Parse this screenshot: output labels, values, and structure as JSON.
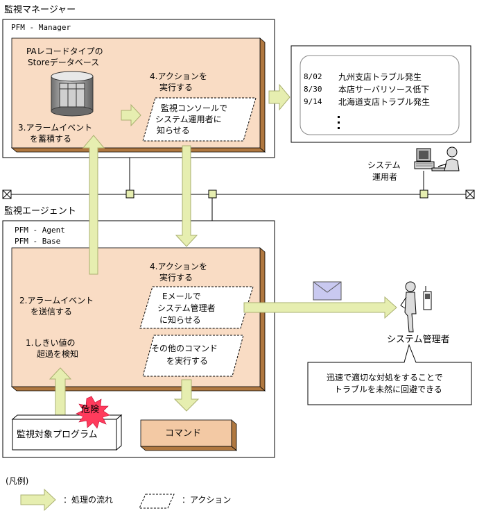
{
  "manager": {
    "section_label": "監視マネージャー",
    "box_label": "PFM - Manager",
    "store_line1": "PAレコードタイプの",
    "store_line2": "Storeデータベース",
    "accumulate_line1": "3.アラームイベント",
    "accumulate_line2": "を蓄積する",
    "action_line1": "4.アクションを",
    "action_line2": "実行する",
    "console_line1": "監視コンソールで",
    "console_line2": "システム運用者に",
    "console_line3": "知らせる"
  },
  "console_screen": {
    "rows": [
      {
        "date": "8/02",
        "text": "九州支店トラブル発生"
      },
      {
        "date": "8/30",
        "text": "本店サーバリソース低下"
      },
      {
        "date": "9/14",
        "text": "北海道支店トラブル発生"
      }
    ]
  },
  "operator": {
    "line1": "システム",
    "line2": "運用者"
  },
  "agent": {
    "section_label": "監視エージェント",
    "box_label1": "PFM - Agent",
    "box_label2": "PFM - Base",
    "action_line1": "4.アクションを",
    "action_line2": "実行する",
    "send_line1": "2.アラームイベント",
    "send_line2": "を送信する",
    "detect_line1": "1.しきい値の",
    "detect_line2": "超過を検知",
    "email_line1": "Eメールで",
    "email_line2": "システム管理者",
    "email_line3": "に知らせる",
    "other_line1": "その他のコマンド",
    "other_line2": "を実行する"
  },
  "monitored_program": "監視対象プログラム",
  "danger_label": "危険",
  "command_label": "コマンド",
  "admin": {
    "label": "システム管理者",
    "note_line1": "迅速で適切な対処をすることで",
    "note_line2": "トラブルを未然に回避できる"
  },
  "legend": {
    "title": "(凡例)",
    "flow_label": "：処理の流れ",
    "action_label": "：アクション"
  },
  "colors": {
    "box_fill": "#f9dcc4",
    "box_shadow": "#b07840",
    "arrow_fill": "#e6eeb0",
    "arrow_stroke": "#aab070",
    "command_fill": "#f3c9a4",
    "envelope": "#c9c9f0",
    "danger": "#ff3b5c"
  }
}
